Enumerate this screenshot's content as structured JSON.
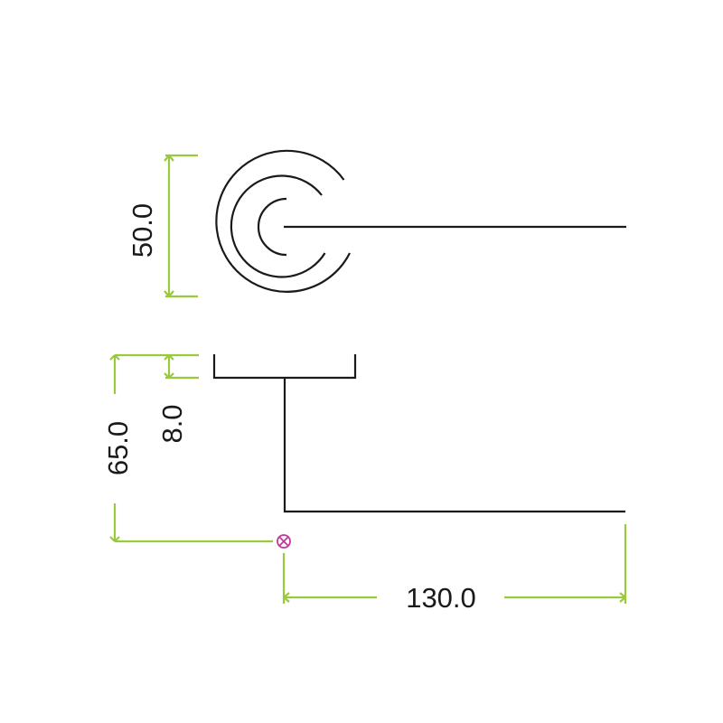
{
  "dimensions": {
    "rose_diameter": "50.0",
    "projection": "65.0",
    "rose_thickness": "8.0",
    "lever_length": "130.0"
  },
  "colors": {
    "dimension_line": "#9bc93e",
    "origin_marker": "#c0399a",
    "part_outline": "#1a1a1a"
  },
  "icons": {
    "origin": "circled-x-icon"
  }
}
